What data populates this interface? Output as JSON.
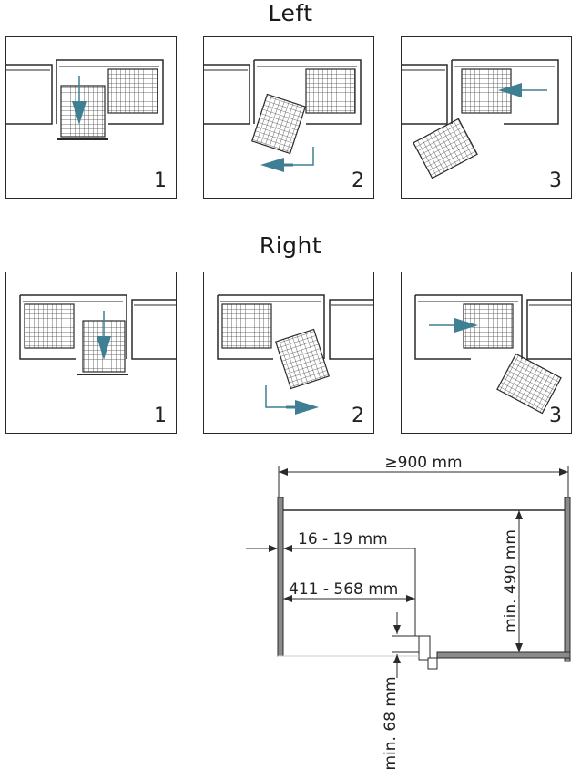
{
  "sections": {
    "left": {
      "title": "Left",
      "steps": [
        "1",
        "2",
        "3"
      ]
    },
    "right": {
      "title": "Right",
      "steps": [
        "1",
        "2",
        "3"
      ]
    }
  },
  "dimensions": {
    "width": "≥900 mm",
    "panel_thickness": "16 - 19 mm",
    "door_opening": "411 - 568 mm",
    "depth": "min. 490 mm",
    "clearance": "min. 68 mm"
  },
  "colors": {
    "arrow": "#3f7f93",
    "line": "#2a2a2a",
    "grid": "#444444"
  }
}
